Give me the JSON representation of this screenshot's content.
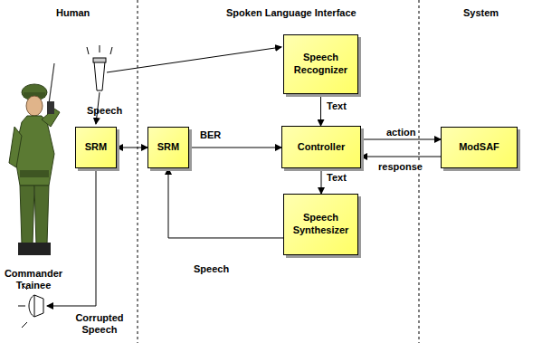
{
  "diagram": {
    "nodes": [
      {
        "text": [
          "Speech Recognizer"
        ]
      },
      {
        "text": [
          "SRM"
        ]
      },
      {
        "text": [
          "SRM"
        ]
      },
      {
        "text": [
          "Controller"
        ]
      },
      {
        "text": [
          "ModSAF"
        ]
      },
      {
        "text": [
          "Speech Synthesizer"
        ]
      }
    ],
    "edges": [
      {
        "from": 0,
        "to": 3,
        "arrow": "to",
        "label": "Text"
      },
      {
        "from": 1,
        "to": 2,
        "arrow": "both"
      },
      {
        "from": 2,
        "to": 3,
        "arrow": "to",
        "label": "BER"
      },
      {
        "from": 3,
        "to": 4,
        "arrow": "to",
        "label": "action"
      },
      {
        "from": 4,
        "to": 3,
        "arrow": "to",
        "label": "response"
      },
      {
        "from": 3,
        "to": 5,
        "arrow": "to",
        "label": "Text"
      },
      {
        "from": 5,
        "to": 2,
        "arrow": "to",
        "label": "Speech"
      }
    ],
    "labels": [
      "Human",
      "Spoken Language Interface",
      "System",
      "Speech",
      "Commander Trainee",
      "Corrupted Speech"
    ]
  }
}
